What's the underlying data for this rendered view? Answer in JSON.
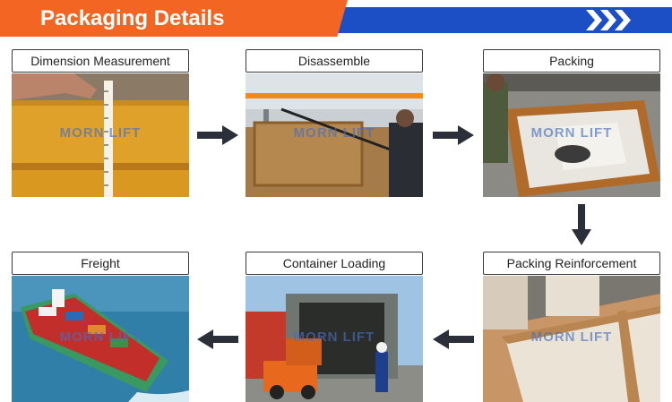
{
  "header": {
    "title": "Packaging Details",
    "colors": {
      "orange": "#f26522",
      "blue": "#1c4ec6"
    }
  },
  "watermark": "MORN LIFT",
  "steps": [
    {
      "label": "Dimension Measurement",
      "icon": "measuring-tape-photo"
    },
    {
      "label": "Disassemble",
      "icon": "workshop-photo"
    },
    {
      "label": "Packing",
      "icon": "wooden-crate-photo"
    },
    {
      "label": "Packing Reinforcement",
      "icon": "crate-corner-photo"
    },
    {
      "label": "Container Loading",
      "icon": "container-truck-photo"
    },
    {
      "label": "Freight",
      "icon": "cargo-ship-photo"
    }
  ]
}
